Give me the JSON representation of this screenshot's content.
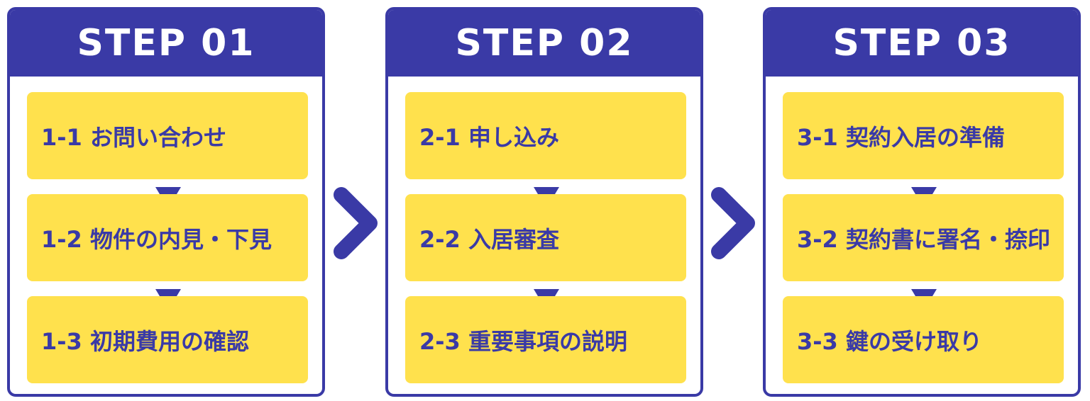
{
  "colors": {
    "primary": "#3a3aa6",
    "accent": "#ffe14d",
    "background": "#ffffff"
  },
  "steps": [
    {
      "title": "STEP 01",
      "tasks": [
        "1-1 お問い合わせ",
        "1-2 物件の内見・下見",
        "1-3 初期費用の確認"
      ]
    },
    {
      "title": "STEP 02",
      "tasks": [
        "2-1 申し込み",
        "2-2 入居審査",
        "2-3 重要事項の説明"
      ]
    },
    {
      "title": "STEP 03",
      "tasks": [
        "3-1 契約入居の準備",
        "3-2 契約書に署名・捺印",
        "3-3 鍵の受け取り"
      ]
    }
  ],
  "icons": {
    "down_arrow": "triangle-down-icon",
    "next_step": "chevron-right-icon"
  }
}
